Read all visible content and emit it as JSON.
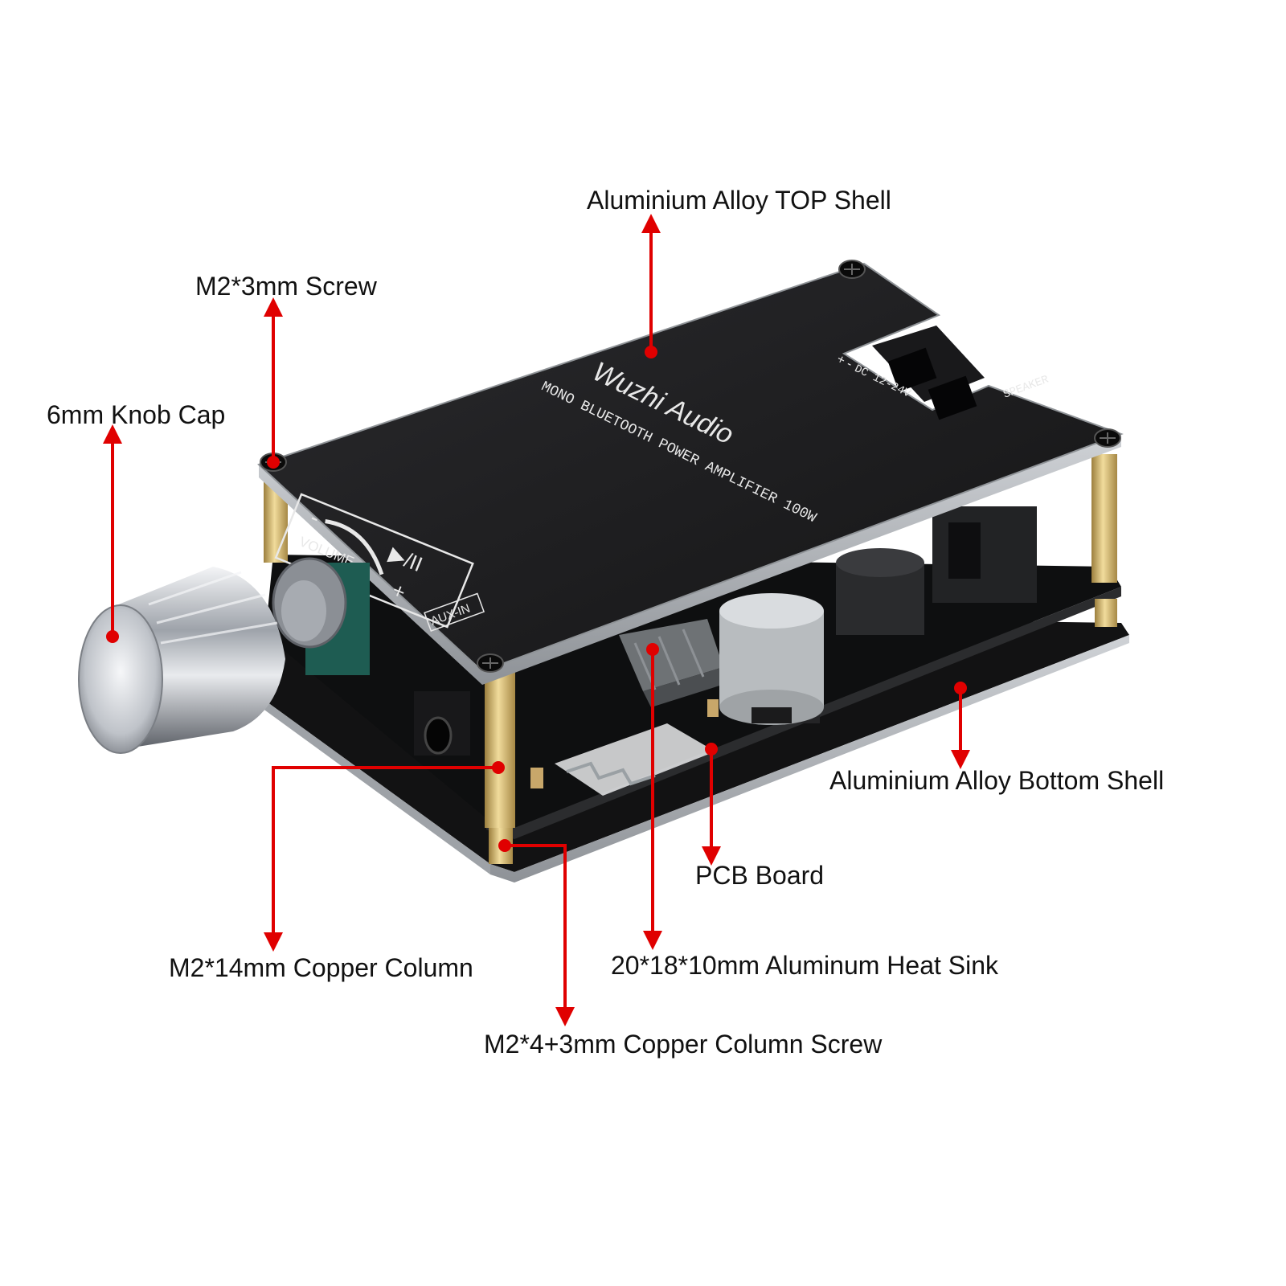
{
  "colors": {
    "callout": "#e00000",
    "label_text": "#111111",
    "top_shell": "#1d1d1f",
    "bottom_shell": "#161617",
    "copper": "#d8c07a",
    "knob": "#c9ccd1"
  },
  "silkscreen": {
    "brand": "Wuzhi Audio",
    "product_line1": "MONO BLUETOOTH POWER AMPLIFIER 100W",
    "volume": "VOLUME",
    "minus": "-",
    "plus": "+",
    "play_pause": "▶/II",
    "aux_in": "AUX-IN",
    "power_in": "DC 12-24V",
    "power_polarity": "+ -",
    "speaker": "SPEAKER"
  },
  "callouts": [
    {
      "id": "top-shell",
      "label": "Aluminium Alloy TOP Shell"
    },
    {
      "id": "screw",
      "label": "M2*3mm Screw"
    },
    {
      "id": "knob-cap",
      "label": "6mm Knob Cap"
    },
    {
      "id": "bottom-shell",
      "label": "Aluminium Alloy Bottom Shell"
    },
    {
      "id": "pcb-board",
      "label": "PCB Board"
    },
    {
      "id": "copper-column",
      "label": "M2*14mm Copper Column"
    },
    {
      "id": "heat-sink",
      "label": "20*18*10mm Aluminum Heat Sink"
    },
    {
      "id": "column-screw",
      "label": "M2*4+3mm Copper Column Screw"
    }
  ]
}
